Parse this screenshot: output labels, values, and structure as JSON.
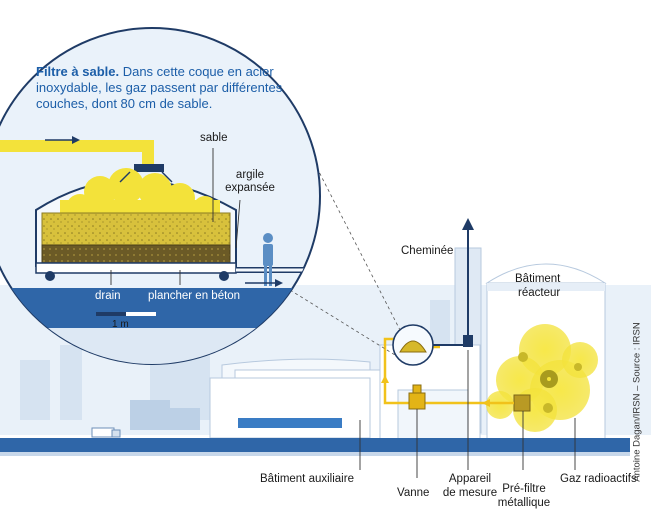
{
  "caption": {
    "bold": "Filtre à sable.",
    "text": " Dans cette coque en acier inoxydable, les gaz passent par différentes couches, dont 80 cm de sable."
  },
  "labels": {
    "sable": "sable",
    "argile_line1": "argile",
    "argile_line2": "expansée",
    "drain": "drain",
    "plancher": "plancher en béton",
    "scale": "1 m",
    "cheminee": "Cheminée",
    "batiment_reacteur_line1": "Bâtiment",
    "batiment_reacteur_line2": "réacteur",
    "batiment_auxiliaire": "Bâtiment auxiliaire",
    "vanne": "Vanne",
    "appareil_line1": "Appareil",
    "appareil_line2": "de mesure",
    "prefiltre_line1": "Pré-filtre",
    "prefiltre_line2": "métallique",
    "gaz": "Gaz radioactifs"
  },
  "credit": "Antoine Dagan/IRSN – Source : IRSN",
  "colors": {
    "sky": "#e4eef8",
    "building": "#ffffff",
    "building_stroke": "#b7c9de",
    "ground": "#2f66a8",
    "pipe": "#f1c21b",
    "gas": "#f3e23a",
    "accent_blue": "#1c5ea8",
    "text_dark": "#1a1a1a"
  }
}
